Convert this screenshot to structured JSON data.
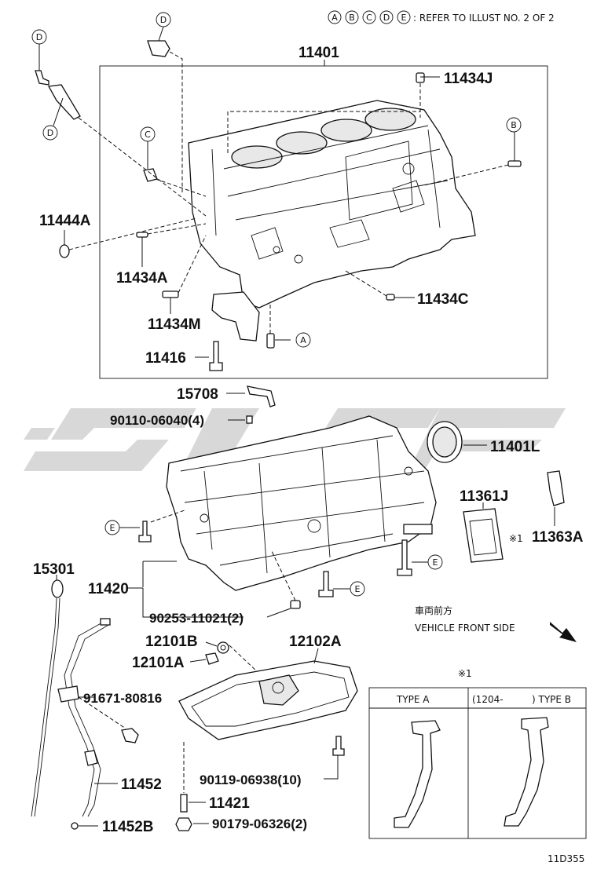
{
  "header_note": {
    "letters": [
      "A",
      "B",
      "C",
      "D",
      "E"
    ],
    "text": ": REFER TO ILLUST NO. 2 OF 2"
  },
  "parts": {
    "p11401": "11401",
    "p11434J": "11434J",
    "p11444A": "11444A",
    "p11434A": "11434A",
    "p11434M": "11434M",
    "p11434C": "11434C",
    "p11416": "11416",
    "p15708": "15708",
    "p90110": "90110-06040(4)",
    "p11401L": "11401L",
    "p11361J": "11361J",
    "p11363A": "11363A",
    "p15301": "15301",
    "p11420": "11420",
    "p90253": "90253-11021(2)",
    "p12101B": "12101B",
    "p12101A": "12101A",
    "p12102A": "12102A",
    "p91671": "91671-80816",
    "p11452": "11452",
    "p90119": "90119-06938(10)",
    "p11421": "11421",
    "p11452B": "11452B",
    "p90179": "90179-06326(2)"
  },
  "callouts": {
    "D1": "D",
    "D2": "D",
    "D3": "D",
    "C1": "C",
    "B1": "B",
    "A1": "A",
    "E1": "E",
    "E2": "E",
    "E3": "E"
  },
  "star_mark": "※1",
  "star_mark_box": "※1",
  "vehicle_front": {
    "jp": "車両前方",
    "en": "VEHICLE FRONT SIDE"
  },
  "type_table": {
    "type_a": "TYPE A",
    "type_b_prefix": "(1204-",
    "type_b_suffix": ") TYPE B"
  },
  "figure_id": "11D355",
  "watermark": "SLC"
}
